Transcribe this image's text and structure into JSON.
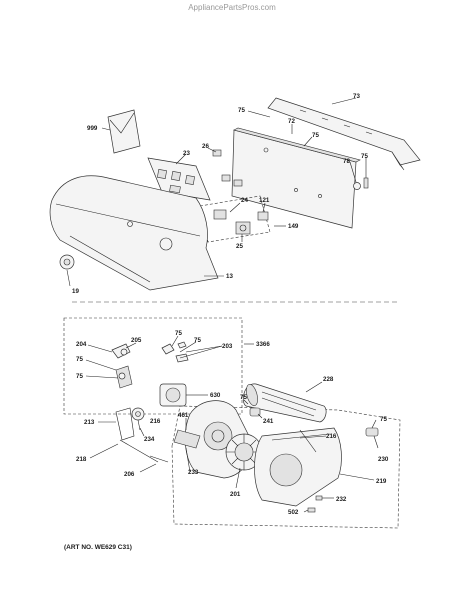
{
  "watermark": "AppliancePartsPros.com",
  "art_no": "(ART NO. WE629 C31)",
  "labels": {
    "l73": "73",
    "l75a": "75",
    "l72": "72",
    "l75b": "75",
    "l999": "999",
    "l26": "26",
    "l23": "23",
    "l78": "78",
    "l75c": "75",
    "l24": "24",
    "l121": "121",
    "l149": "149",
    "l25": "25",
    "l13": "13",
    "l19": "19",
    "l204": "204",
    "l205": "205",
    "l75d": "75",
    "l75e": "75",
    "l3366": "3366",
    "l203": "203",
    "l75f": "75",
    "l75g": "75",
    "l630": "630",
    "l228": "228",
    "l75h": "75",
    "l461": "461",
    "l241": "241",
    "l213": "213",
    "l216a": "216",
    "l234": "234",
    "l218": "218",
    "l216b": "216",
    "l75i": "75",
    "l230": "230",
    "l206": "206",
    "l233": "233",
    "l201": "201",
    "l219": "219",
    "l232": "232",
    "l502": "502"
  }
}
